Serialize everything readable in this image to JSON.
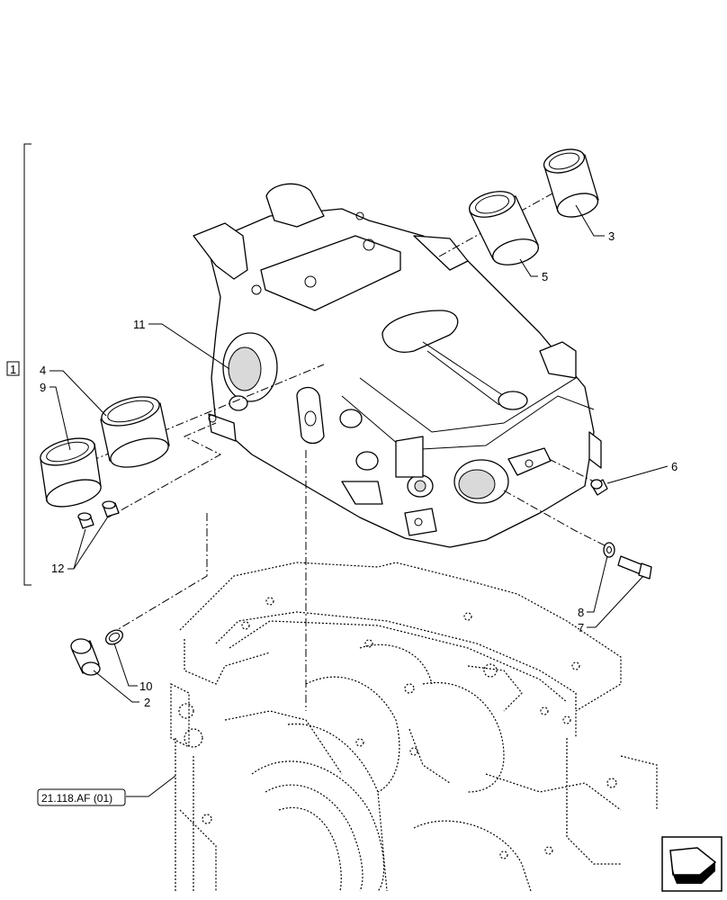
{
  "callouts": {
    "c1": "1",
    "c2": "2",
    "c3": "3",
    "c4": "4",
    "c5": "5",
    "c6": "6",
    "c7": "7",
    "c8": "8",
    "c9": "9",
    "c10": "10",
    "c11": "11",
    "c12": "12"
  },
  "reference": "21.118.AF (01)"
}
